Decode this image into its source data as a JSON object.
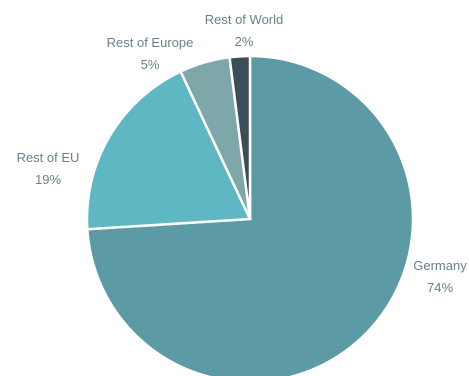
{
  "chart_data": {
    "type": "pie",
    "categories": [
      "Germany",
      "Rest of EU",
      "Rest of Europe",
      "Rest of World"
    ],
    "values": [
      74,
      19,
      5,
      2
    ],
    "value_labels": [
      "74%",
      "19%",
      "5%",
      "2%"
    ],
    "colors": [
      "#5c9aa5",
      "#5fb7c3",
      "#7ea7a9",
      "#3c4f59"
    ],
    "start_angle_deg": 0,
    "direction": "clockwise"
  }
}
